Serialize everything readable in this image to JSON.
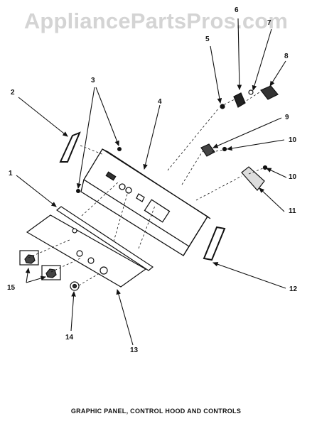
{
  "watermark": "AppliancePartsPros.com",
  "caption": "GRAPHIC PANEL, CONTROL HOOD AND CONTROLS",
  "callouts": [
    "1",
    "2",
    "3",
    "4",
    "5",
    "6",
    "7",
    "8",
    "9",
    "10",
    "10",
    "11",
    "12",
    "13",
    "14",
    "15"
  ]
}
